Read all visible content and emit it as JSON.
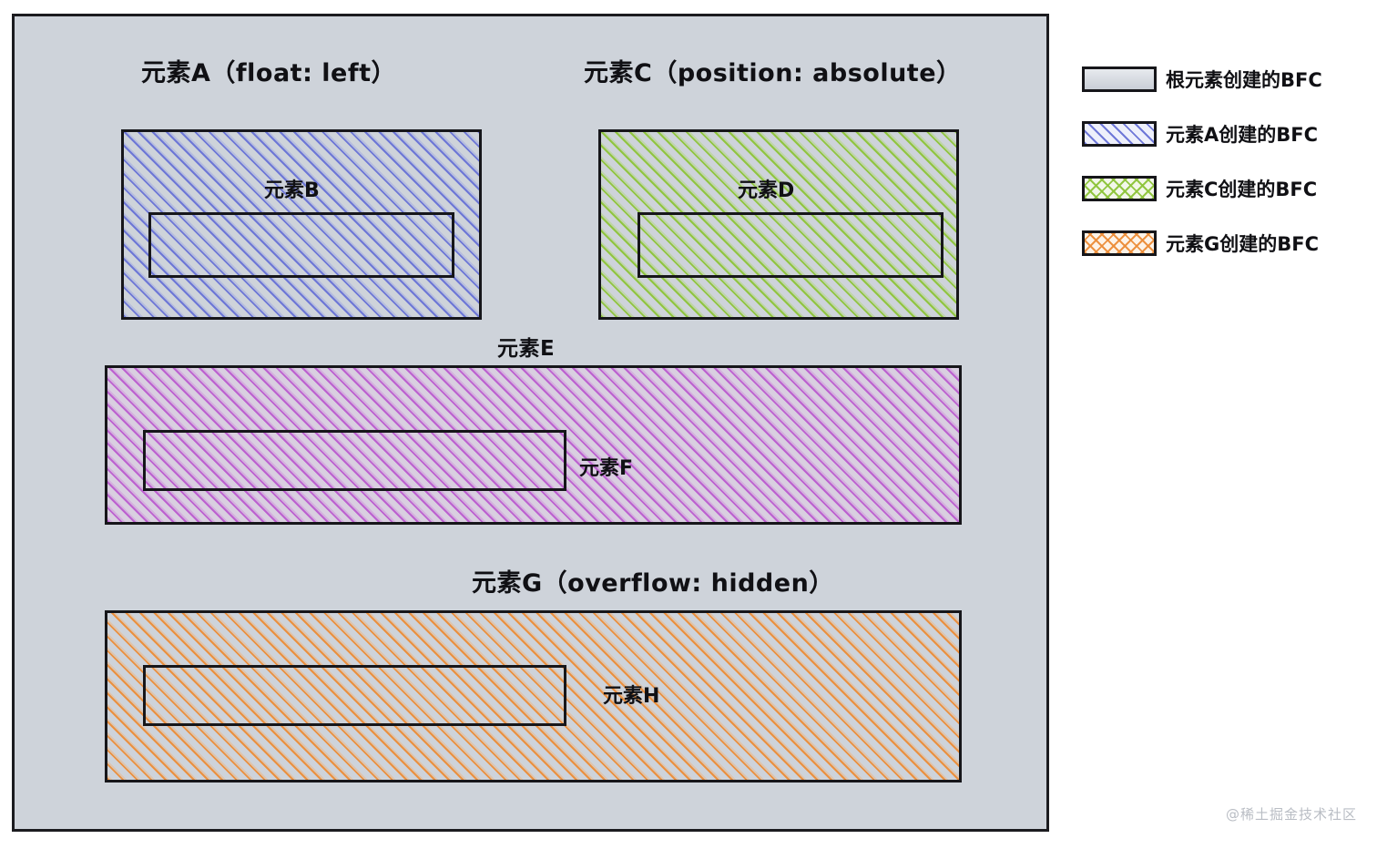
{
  "diagram": {
    "title_a": "元素A（float: left）",
    "title_c": "元素C（position: absolute）",
    "title_e": "元素E",
    "title_g": "元素G（overflow: hidden）",
    "label_b": "元素B",
    "label_d": "元素D",
    "label_f": "元素F",
    "label_h": "元素H",
    "root_color": "#ced3da",
    "stroke_color": "#16161a"
  },
  "legend": {
    "items": [
      {
        "label": "根元素创建的BFC",
        "swatch": "plain-swatch",
        "color": "#ced3da"
      },
      {
        "label": "元素A创建的BFC",
        "swatch": "blue-hatch-swatch",
        "color": "#6872d6"
      },
      {
        "label": "元素C创建的BFC",
        "swatch": "green-crosshatch-swatch",
        "color": "#8dc439"
      },
      {
        "label": "元素G创建的BFC",
        "swatch": "orange-crosshatch-swatch",
        "color": "#ec8d38"
      }
    ]
  },
  "watermark": {
    "text": "@稀土掘金技术社区"
  }
}
